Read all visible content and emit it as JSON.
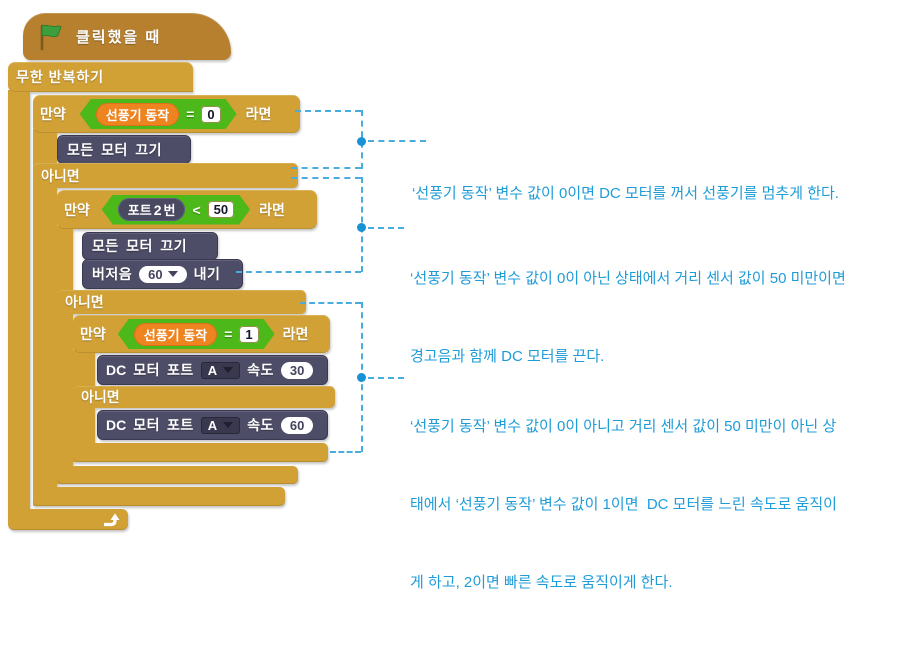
{
  "palette": {
    "gold": "#d1a136",
    "hat_brown": "#b7802f",
    "navy_block": "#4e4d68",
    "hex_green": "#4cb81a",
    "variable_orange": "#ee8420",
    "annotation_blue": "#1e9cd8"
  },
  "blocks": {
    "hat_label": "클릭했을 때",
    "forever_label": "무한 반복하기",
    "if_label": "만약",
    "then_label": "라면",
    "else_label": "아니면",
    "motors_off_label": "모든 모터 끄기",
    "var_fan": "선풍기 동작",
    "op_eq": "=",
    "op_lt": "<",
    "if1_value": "0",
    "if2_value": "50",
    "if3_value": "1",
    "port_reporter": {
      "prefix": "포트",
      "number": "2",
      "suffix": "번"
    },
    "buzzer": {
      "prefix": "버저음",
      "tone": "60",
      "suffix": "내기"
    },
    "dc_motor": {
      "dc": "DC",
      "motor": "모터",
      "port": "포트",
      "port_value": "A",
      "speed": "속도"
    },
    "dc_speed_slow": "30",
    "dc_speed_fast": "60"
  },
  "annotations": [
    {
      "lines": [
        "‘선풍기 동작’ 변수 값이 0이면 DC 모터를 꺼서 선풍기를 멈추게 한다."
      ]
    },
    {
      "lines": [
        "‘선풍기 동작’ 변수 값이 0이 아닌 상태에서 거리 센서 값이 50 미만이면",
        "경고음과 함께 DC 모터를 끈다."
      ]
    },
    {
      "lines": [
        "‘선풍기 동작’ 변수 값이 0이 아니고 거리 센서 값이 50 미만이 아닌 상",
        "태에서 ‘선풍기 동작’ 변수 값이 1이면  DC 모터를 느린 속도로 움직이",
        "게 하고, 2이면 빠른 속도로 움직이게 한다."
      ]
    }
  ]
}
